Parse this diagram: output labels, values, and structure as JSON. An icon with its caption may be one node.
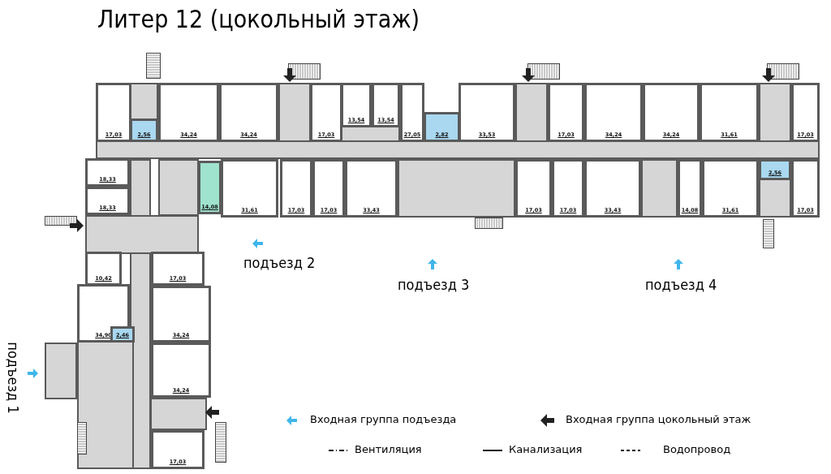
{
  "diagram": {
    "title": "Литер 12 (цокольный этаж)",
    "nodes": [
      {
        "text": [
          "17,03"
        ]
      },
      {
        "text": [
          "2,56"
        ]
      },
      {
        "text": [
          "34,24"
        ]
      },
      {
        "text": [
          "34,24"
        ]
      },
      {
        "text": [
          "17,03"
        ]
      },
      {
        "text": [
          "13,54"
        ]
      },
      {
        "text": [
          "13,54"
        ]
      },
      {
        "text": [
          "27,05"
        ]
      },
      {
        "text": [
          "2,82"
        ]
      },
      {
        "text": [
          "33,53"
        ]
      },
      {
        "text": [
          "17,03"
        ]
      },
      {
        "text": [
          "34,24"
        ]
      },
      {
        "text": [
          "34,24"
        ]
      },
      {
        "text": [
          "31,61"
        ]
      },
      {
        "text": [
          "17,03"
        ]
      },
      {
        "text": [
          "18,33"
        ]
      },
      {
        "text": [
          "18,33"
        ]
      },
      {
        "text": [
          "14,08"
        ]
      },
      {
        "text": [
          "31,61"
        ]
      },
      {
        "text": [
          "17,03"
        ]
      },
      {
        "text": [
          "17,03"
        ]
      },
      {
        "text": [
          "33,43"
        ]
      },
      {
        "text": [
          "17,03"
        ]
      },
      {
        "text": [
          "17,03"
        ]
      },
      {
        "text": [
          "33,43"
        ]
      },
      {
        "text": [
          "14,08"
        ]
      },
      {
        "text": [
          "31,61"
        ]
      },
      {
        "text": [
          "2,56"
        ]
      },
      {
        "text": [
          "17,03"
        ]
      },
      {
        "text": [
          "10,42"
        ]
      },
      {
        "text": [
          "17,03"
        ]
      },
      {
        "text": [
          "34,90"
        ]
      },
      {
        "text": [
          "2,46"
        ]
      },
      {
        "text": [
          "34,24"
        ]
      },
      {
        "text": [
          "34,24"
        ]
      },
      {
        "text": [
          "17,03"
        ]
      }
    ],
    "labels": [
      "подъезд 2",
      "подъезд 3",
      "подъезд 4",
      "подъезд 1"
    ],
    "legend": [
      {
        "text": "Входная группа подъезда"
      },
      {
        "text": "Входная группа цокольный этаж"
      },
      {
        "text": "Вентиляция"
      },
      {
        "text": "Канализация"
      },
      {
        "text": "Водопровод"
      }
    ]
  }
}
